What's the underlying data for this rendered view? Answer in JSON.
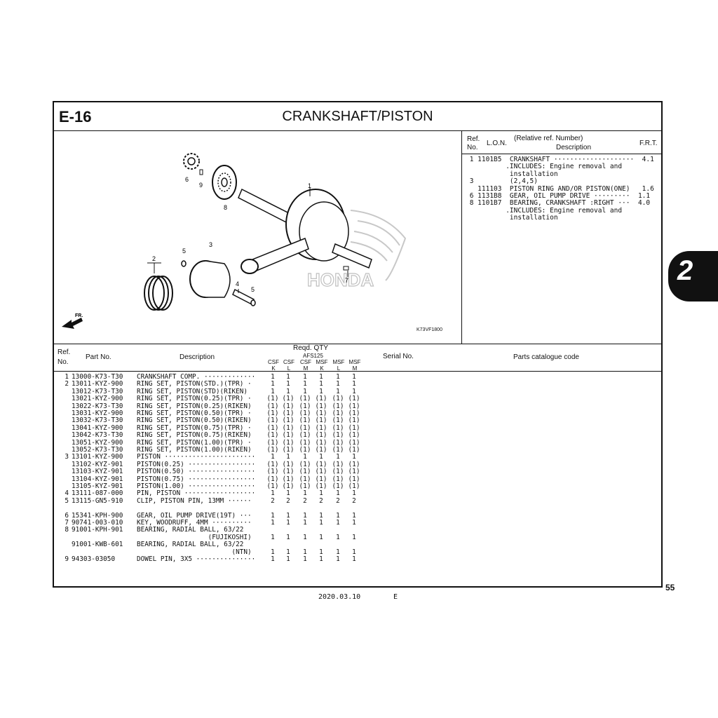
{
  "sheet": {
    "code": "E-16",
    "title": "CRANKSHAFT/PISTON",
    "page_number": "55",
    "section_tab": "2",
    "date": "2020.03.10",
    "lang": "E"
  },
  "diagram": {
    "figure_code": "K73VF1800",
    "front_label": "FR.",
    "watermark": "HONDA",
    "callouts": [
      "1",
      "2",
      "3",
      "4",
      "5",
      "5",
      "6",
      "7",
      "8",
      "9"
    ]
  },
  "frt_table": {
    "headers": {
      "ref": "Ref.",
      "no": "No.",
      "lon": "L.O.N.",
      "rel": "(Relative ref. Number)",
      "desc": "Description",
      "frt": "F.R.T."
    },
    "rows": [
      {
        "text": " 1 1101B5  CRANKSHAFT ····················  4.1"
      },
      {
        "text": "          .INCLUDES: Engine removal and"
      },
      {
        "text": "           installation"
      },
      {
        "text": " 3         (2,4,5)"
      },
      {
        "text": "   111103  PISTON RING AND/OR PISTON(ONE)   1.6"
      },
      {
        "text": " 6 1131B8  GEAR, OIL PUMP DRIVE ·········  1.1"
      },
      {
        "text": " 8 1101B7  BEARING, CRANKSHAFT :RIGHT ···  4.0"
      },
      {
        "text": "          .INCLUDES: Engine removal and"
      },
      {
        "text": "           installation"
      }
    ]
  },
  "parts_table": {
    "headers": {
      "ref": "Ref.",
      "no": "No.",
      "part_no": "Part No.",
      "description": "Description",
      "reqd_qty": "Reqd. QTY",
      "model": "AFS125",
      "types": [
        "CSF",
        "CSF",
        "CSF",
        "MSF",
        "MSF",
        "MSF"
      ],
      "grades": [
        "K",
        "L",
        "M",
        "K",
        "L",
        "M"
      ],
      "serial": "Serial No.",
      "catalogue": "Parts catalogue code"
    },
    "rows": [
      {
        "ref": "1",
        "part": "13000-K73-T30",
        "desc": "CRANKSHAFT COMP. ·············",
        "q": [
          "1",
          "1",
          "1",
          "1",
          "1",
          "1"
        ]
      },
      {
        "ref": "2",
        "part": "13011-KYZ-900",
        "desc": "RING SET, PISTON(STD.)(TPR) ·",
        "q": [
          "1",
          "1",
          "1",
          "1",
          "1",
          "1"
        ]
      },
      {
        "ref": "",
        "part": "13012-K73-T30",
        "desc": "RING SET, PISTON(STD)(RIKEN)",
        "q": [
          "1",
          "1",
          "1",
          "1",
          "1",
          "1"
        ]
      },
      {
        "ref": "",
        "part": "13021-KYZ-900",
        "desc": "RING SET, PISTON(0.25)(TPR) ·",
        "q": [
          "(1)",
          "(1)",
          "(1)",
          "(1)",
          "(1)",
          "(1)"
        ]
      },
      {
        "ref": "",
        "part": "13022-K73-T30",
        "desc": "RING SET, PISTON(0.25)(RIKEN)",
        "q": [
          "(1)",
          "(1)",
          "(1)",
          "(1)",
          "(1)",
          "(1)"
        ]
      },
      {
        "ref": "",
        "part": "13031-KYZ-900",
        "desc": "RING SET, PISTON(0.50)(TPR) ·",
        "q": [
          "(1)",
          "(1)",
          "(1)",
          "(1)",
          "(1)",
          "(1)"
        ]
      },
      {
        "ref": "",
        "part": "13032-K73-T30",
        "desc": "RING SET, PISTON(0.50)(RIKEN)",
        "q": [
          "(1)",
          "(1)",
          "(1)",
          "(1)",
          "(1)",
          "(1)"
        ]
      },
      {
        "ref": "",
        "part": "13041-KYZ-900",
        "desc": "RING SET, PISTON(0.75)(TPR) ·",
        "q": [
          "(1)",
          "(1)",
          "(1)",
          "(1)",
          "(1)",
          "(1)"
        ]
      },
      {
        "ref": "",
        "part": "13042-K73-T30",
        "desc": "RING SET, PISTON(0.75)(RIKEN)",
        "q": [
          "(1)",
          "(1)",
          "(1)",
          "(1)",
          "(1)",
          "(1)"
        ]
      },
      {
        "ref": "",
        "part": "13051-KYZ-900",
        "desc": "RING SET, PISTON(1.00)(TPR) ·",
        "q": [
          "(1)",
          "(1)",
          "(1)",
          "(1)",
          "(1)",
          "(1)"
        ]
      },
      {
        "ref": "",
        "part": "13052-K73-T30",
        "desc": "RING SET, PISTON(1.00)(RIKEN)",
        "q": [
          "(1)",
          "(1)",
          "(1)",
          "(1)",
          "(1)",
          "(1)"
        ]
      },
      {
        "ref": "3",
        "part": "13101-KYZ-900",
        "desc": "PISTON ·······················",
        "q": [
          "1",
          "1",
          "1",
          "1",
          "1",
          "1"
        ]
      },
      {
        "ref": "",
        "part": "13102-KYZ-901",
        "desc": "PISTON(0.25) ·················",
        "q": [
          "(1)",
          "(1)",
          "(1)",
          "(1)",
          "(1)",
          "(1)"
        ]
      },
      {
        "ref": "",
        "part": "13103-KYZ-901",
        "desc": "PISTON(0.50) ·················",
        "q": [
          "(1)",
          "(1)",
          "(1)",
          "(1)",
          "(1)",
          "(1)"
        ]
      },
      {
        "ref": "",
        "part": "13104-KYZ-901",
        "desc": "PISTON(0.75) ·················",
        "q": [
          "(1)",
          "(1)",
          "(1)",
          "(1)",
          "(1)",
          "(1)"
        ]
      },
      {
        "ref": "",
        "part": "13105-KYZ-901",
        "desc": "PISTON(1.00) ·················",
        "q": [
          "(1)",
          "(1)",
          "(1)",
          "(1)",
          "(1)",
          "(1)"
        ]
      },
      {
        "ref": "4",
        "part": "13111-087-000",
        "desc": "PIN, PISTON ··················",
        "q": [
          "1",
          "1",
          "1",
          "1",
          "1",
          "1"
        ]
      },
      {
        "ref": "5",
        "part": "13115-GN5-910",
        "desc": "CLIP, PISTON PIN, 13MM ······",
        "q": [
          "2",
          "2",
          "2",
          "2",
          "2",
          "2"
        ]
      },
      {
        "ref": "",
        "part": "",
        "desc": "",
        "q": [
          "",
          "",
          "",
          "",
          "",
          ""
        ]
      },
      {
        "ref": "6",
        "part": "15341-KPH-900",
        "desc": "GEAR, OIL PUMP DRIVE(19T) ···",
        "q": [
          "1",
          "1",
          "1",
          "1",
          "1",
          "1"
        ]
      },
      {
        "ref": "7",
        "part": "90741-003-010",
        "desc": "KEY, WOODRUFF, 4MM ··········",
        "q": [
          "1",
          "1",
          "1",
          "1",
          "1",
          "1"
        ]
      },
      {
        "ref": "8",
        "part": "91001-KPH-901",
        "desc": "BEARING, RADIAL BALL, 63/22",
        "q": [
          "",
          "",
          "",
          "",
          "",
          ""
        ]
      },
      {
        "ref": "",
        "part": "",
        "desc": "                  (FUJIKOSHI)",
        "q": [
          "1",
          "1",
          "1",
          "1",
          "1",
          "1"
        ]
      },
      {
        "ref": "",
        "part": "91001-KWB-601",
        "desc": "BEARING, RADIAL BALL, 63/22",
        "q": [
          "",
          "",
          "",
          "",
          "",
          ""
        ]
      },
      {
        "ref": "",
        "part": "",
        "desc": "                        (NTN)",
        "q": [
          "1",
          "1",
          "1",
          "1",
          "1",
          "1"
        ]
      },
      {
        "ref": "9",
        "part": "94303-03050",
        "desc": "DOWEL PIN, 3X5 ···············",
        "q": [
          "1",
          "1",
          "1",
          "1",
          "1",
          "1"
        ]
      }
    ]
  }
}
